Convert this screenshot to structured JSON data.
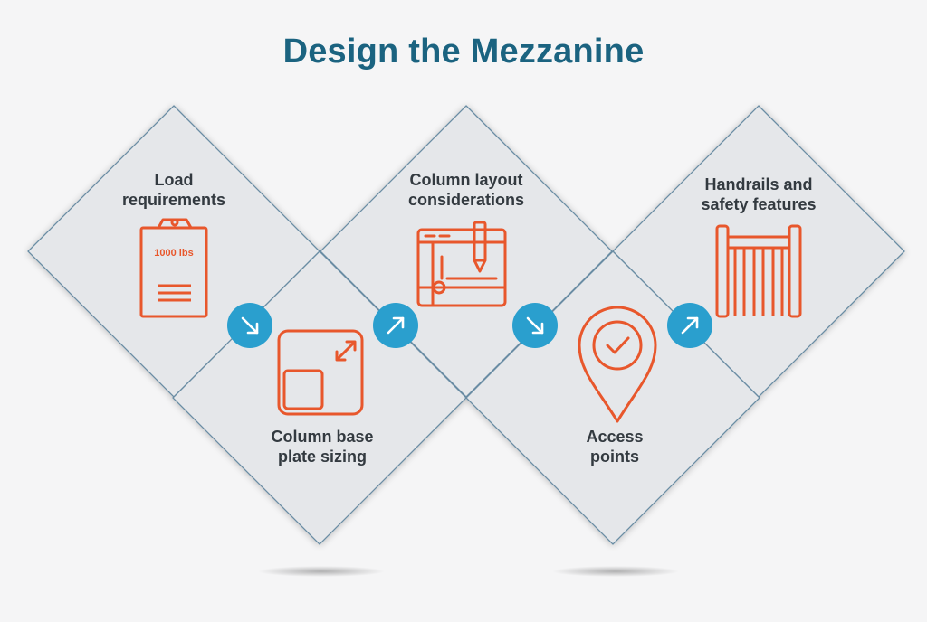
{
  "title": "Design the Mezzanine",
  "colors": {
    "title": "#1b6380",
    "icon_orange": "#e8572c",
    "arrow_blue": "#2a9fce",
    "diamond_fill": "#e6e8eb",
    "diamond_stroke": "#6b8da4"
  },
  "steps": [
    {
      "lines": [
        "Load",
        "requirements"
      ],
      "icon": "clipboard-icon",
      "icon_text": "1000 lbs"
    },
    {
      "lines": [
        "Column base",
        "plate sizing"
      ],
      "icon": "resize-square-icon"
    },
    {
      "lines": [
        "Column layout",
        "considerations"
      ],
      "icon": "drafting-board-icon"
    },
    {
      "lines": [
        "Access",
        "points"
      ],
      "icon": "location-check-icon"
    },
    {
      "lines": [
        "Handrails and",
        "safety features"
      ],
      "icon": "railing-icon"
    }
  ],
  "connectors": [
    {
      "direction": "down-right",
      "icon": "arrow-down-right-icon"
    },
    {
      "direction": "up-right",
      "icon": "arrow-up-right-icon"
    },
    {
      "direction": "down-right",
      "icon": "arrow-down-right-icon"
    },
    {
      "direction": "up-right",
      "icon": "arrow-up-right-icon"
    }
  ]
}
